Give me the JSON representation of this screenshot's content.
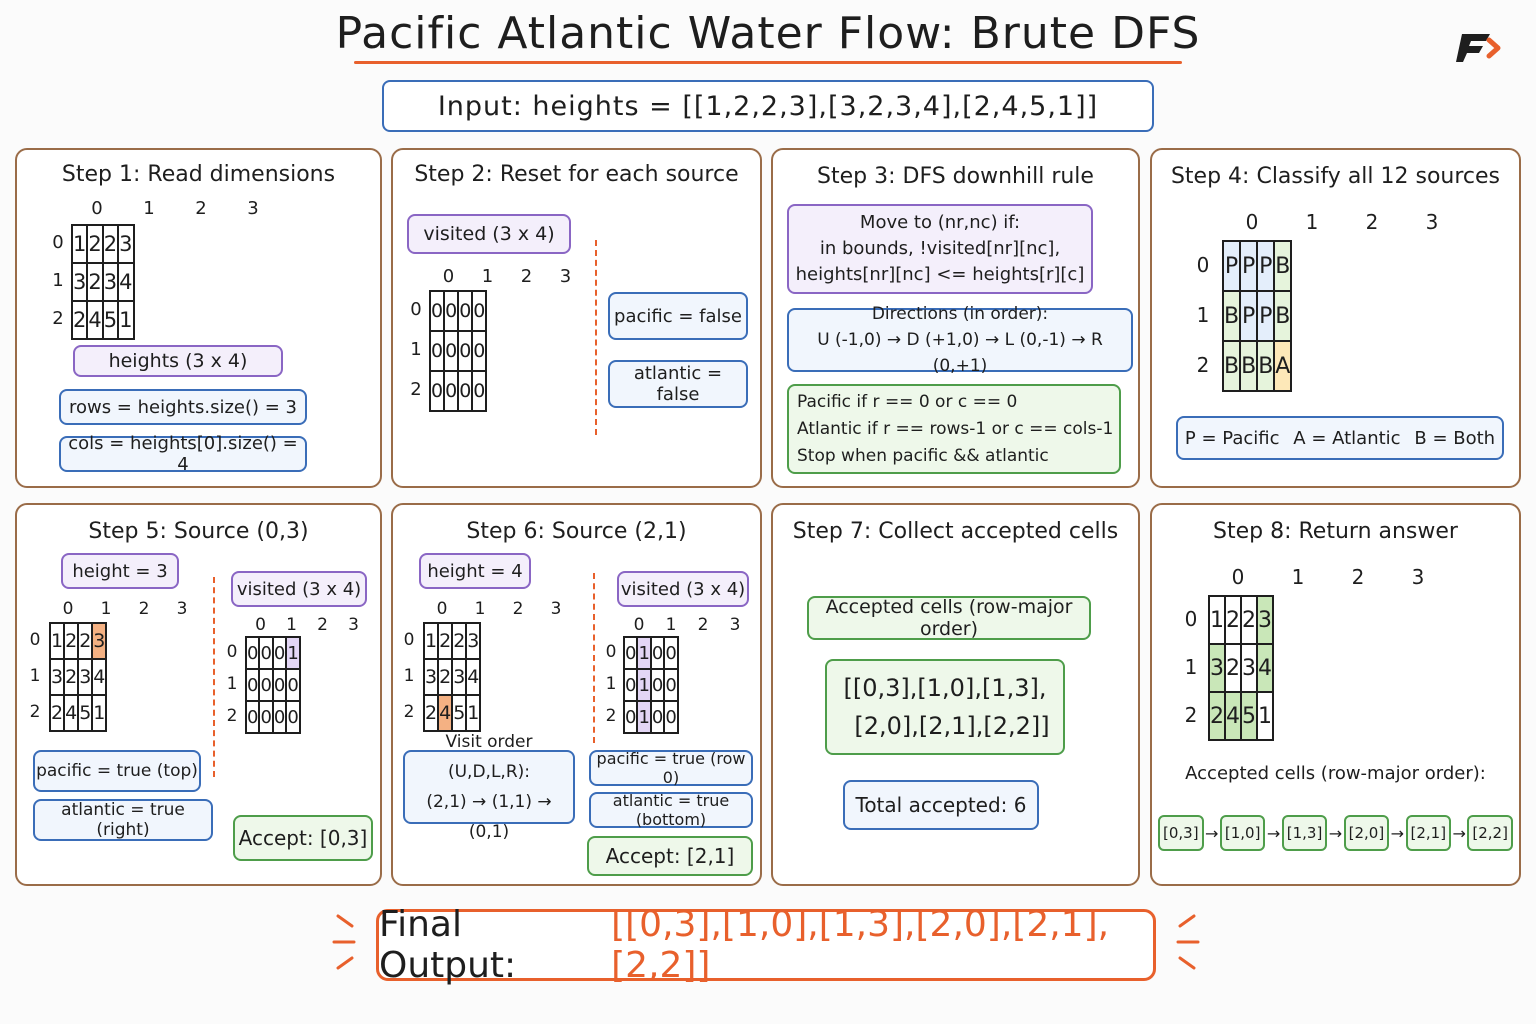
{
  "title": "Pacific Atlantic Water Flow: Brute DFS",
  "input": "Input:  heights  =  [[1,2,2,3],[3,2,3,4],[2,4,5,1]]",
  "colors": {
    "accent": "#e8602c",
    "blue": "#3a6db8",
    "purple": "#8a66c4",
    "green": "#4e9d4a",
    "highlight_orange": "#f4b183",
    "highlight_green": "#c9e7b8",
    "highlight_purple": "#e3d6f5",
    "panel_border": "#9a6c48"
  },
  "logo_icon": "brand-logo-icon",
  "col_idx": [
    "0",
    "1",
    "2",
    "3"
  ],
  "row_idx": [
    "0",
    "1",
    "2"
  ],
  "heights": [
    [
      "1",
      "2",
      "2",
      "3"
    ],
    [
      "3",
      "2",
      "3",
      "4"
    ],
    [
      "2",
      "4",
      "5",
      "1"
    ]
  ],
  "step1": {
    "title": "Step 1: Read dimensions",
    "heights_label": "heights (3 x 4)",
    "rows": "rows = heights.size() = 3",
    "cols": "cols = heights[0].size() = 4"
  },
  "step2": {
    "title": "Step 2: Reset for each source",
    "visited_label": "visited (3 x 4)",
    "grid": [
      [
        "0",
        "0",
        "0",
        "0"
      ],
      [
        "0",
        "0",
        "0",
        "0"
      ],
      [
        "0",
        "0",
        "0",
        "0"
      ]
    ],
    "pacific": "pacific = false",
    "atlantic": "atlantic = false"
  },
  "step3": {
    "title": "Step 3: DFS downhill rule",
    "move_lines": [
      "Move to (nr,nc) if:",
      "in bounds, !visited[nr][nc],",
      "heights[nr][nc] <= heights[r][c]"
    ],
    "dir_lines": [
      "Directions (in order):",
      "U (-1,0) → D (+1,0) → L (0,-1) → R (0,+1)"
    ],
    "cond_lines": [
      "Pacific if r == 0 or c == 0",
      "Atlantic if r == rows-1 or c == cols-1",
      "Stop when pacific && atlantic"
    ]
  },
  "step4": {
    "title": "Step 4: Classify all 12 sources",
    "grid": [
      [
        "P",
        "P",
        "P",
        "B"
      ],
      [
        "B",
        "P",
        "P",
        "B"
      ],
      [
        "B",
        "B",
        "B",
        "A"
      ]
    ],
    "legend": [
      "P = Pacific",
      "A = Atlantic",
      "B = Both"
    ]
  },
  "step5": {
    "title": "Step 5: Source (0,3)",
    "height": "height = 3",
    "visited_label": "visited (3 x 4)",
    "visited": [
      [
        "0",
        "0",
        "0",
        "1"
      ],
      [
        "0",
        "0",
        "0",
        "0"
      ],
      [
        "0",
        "0",
        "0",
        "0"
      ]
    ],
    "pacific": "pacific = true (top)",
    "atlantic": "atlantic = true (right)",
    "accept": "Accept: [0,3]"
  },
  "step6": {
    "title": "Step 6: Source (2,1)",
    "height": "height = 4",
    "visited_label": "visited (3 x 4)",
    "visited": [
      [
        "0",
        "1",
        "0",
        "0"
      ],
      [
        "0",
        "1",
        "0",
        "0"
      ],
      [
        "0",
        "1",
        "0",
        "0"
      ]
    ],
    "visit_lines": [
      "Visit order (U,D,L,R):",
      "(2,1) → (1,1) → (0,1)"
    ],
    "pacific": "pacific = true (row 0)",
    "atlantic": "atlantic = true (bottom)",
    "accept": "Accept: [2,1]"
  },
  "step7": {
    "title": "Step 7: Collect accepted cells",
    "label": "Accepted cells (row-major order)",
    "list_lines": [
      "[[0,3],[1,0],[1,3],",
      "[2,0],[2,1],[2,2]]"
    ],
    "total": "Total accepted: 6"
  },
  "step8": {
    "title": "Step 8: Return answer",
    "accepted_label": "Accepted cells (row-major order):",
    "chips": [
      "[0,3]",
      "[1,0]",
      "[1,3]",
      "[2,0]",
      "[2,1]",
      "[2,2]"
    ]
  },
  "final": {
    "label": "Final Output:",
    "value": "[[0,3],[1,0],[1,3],[2,0],[2,1],[2,2]]"
  }
}
